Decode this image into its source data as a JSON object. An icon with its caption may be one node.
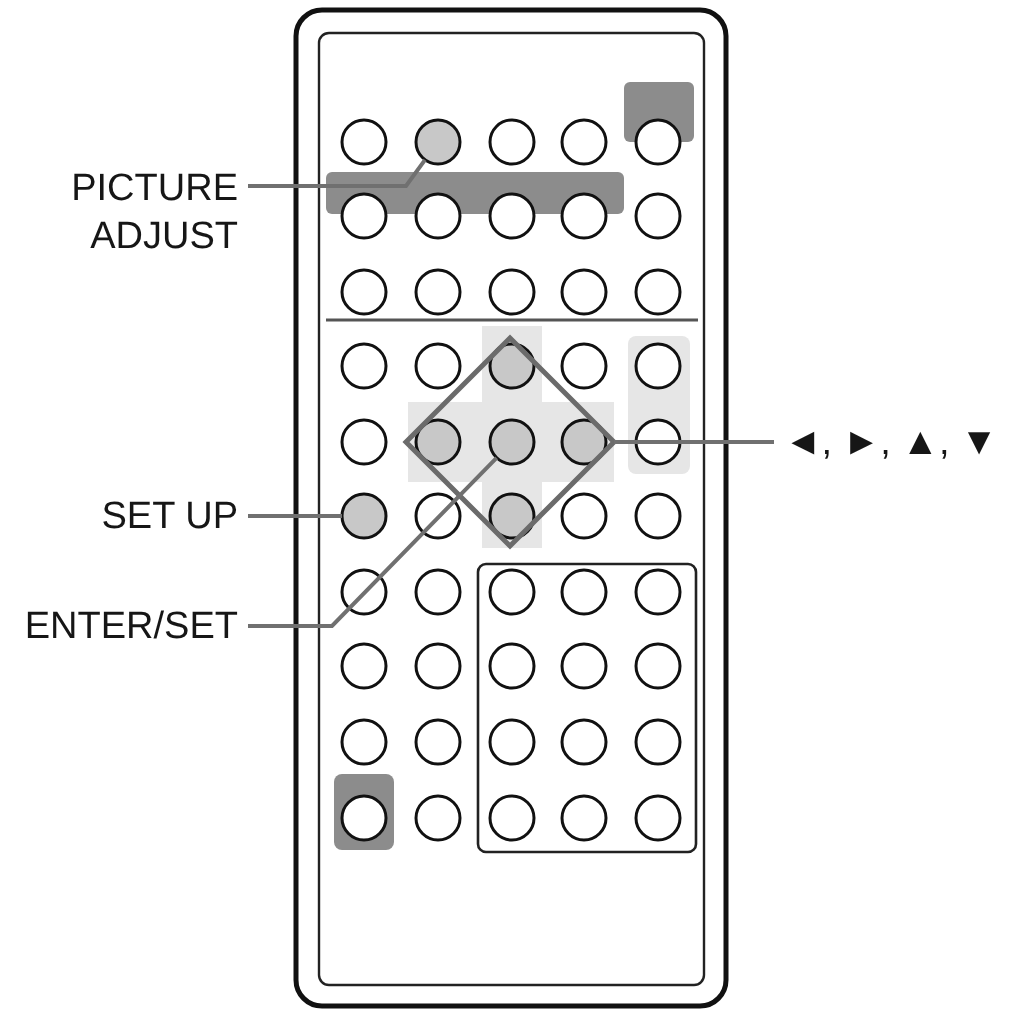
{
  "diagram": {
    "nodes": [
      {
        "text": [
          "PICTURE ADJUST"
        ]
      },
      {
        "text": [
          "◄, ►, ▲, ▼"
        ]
      },
      {
        "text": [
          "SET UP"
        ]
      },
      {
        "text": [
          "ENTER/SET"
        ]
      },
      {
        "text": [],
        "shape": "circle"
      },
      {
        "text": [],
        "shape": "diamond"
      },
      {
        "text": [],
        "shape": "circle",
        "in": 5
      },
      {
        "text": [],
        "shape": "circle"
      }
    ],
    "edges": [
      {
        "from": 0,
        "to": 4,
        "arrow": "none"
      },
      {
        "from": 1,
        "to": 5,
        "arrow": "none"
      },
      {
        "from": 2,
        "to": 7,
        "arrow": "none"
      },
      {
        "from": 3,
        "to": 6,
        "arrow": "none"
      }
    ]
  }
}
